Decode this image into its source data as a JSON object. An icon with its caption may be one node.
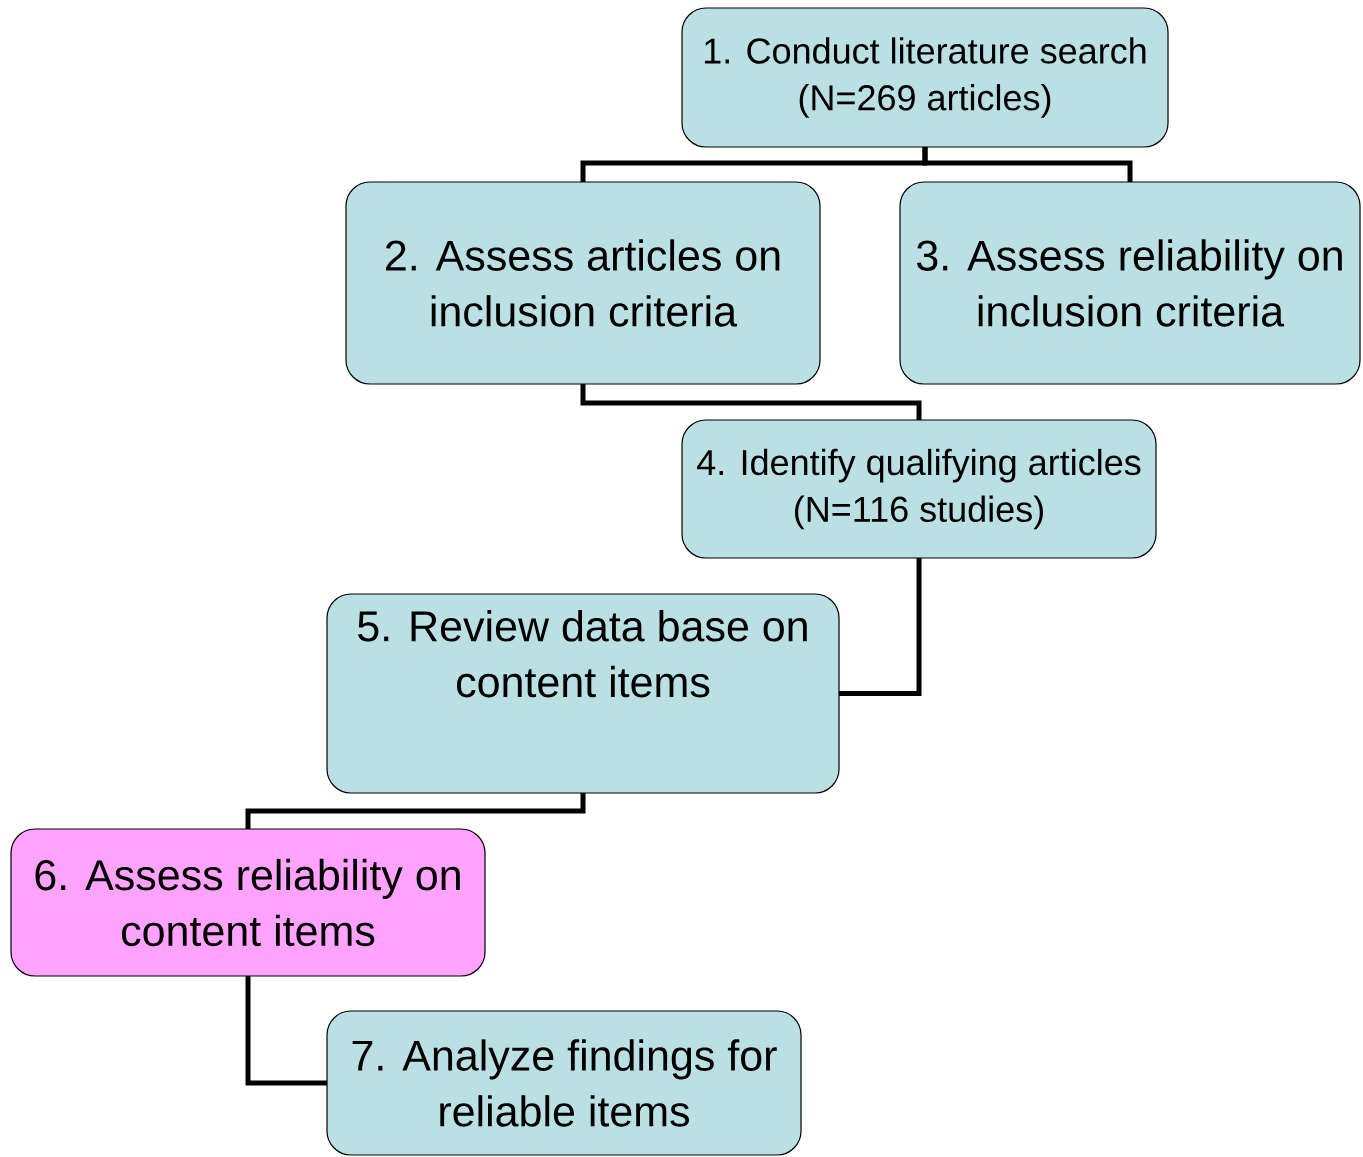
{
  "diagram": {
    "nodes": [
      {
        "text": [
          "1. Conduct literature search (N=269 articles)"
        ]
      },
      {
        "text": [
          "2. Assess articles on inclusion criteria"
        ]
      },
      {
        "text": [
          "3. Assess reliability on inclusion criteria"
        ]
      },
      {
        "text": [
          "4. Identify qualifying articles (N=116 studies)"
        ]
      },
      {
        "text": [
          "5. Review data base on content items"
        ]
      },
      {
        "text": [
          "6. Assess reliability on content items"
        ]
      },
      {
        "text": [
          "7. Analyze findings for reliable items"
        ]
      }
    ],
    "edges": [
      {
        "from": 0,
        "to": 1,
        "arrow": "none"
      },
      {
        "from": 0,
        "to": 2,
        "arrow": "none"
      },
      {
        "from": 1,
        "to": 3,
        "arrow": "none"
      },
      {
        "from": 3,
        "to": 4,
        "arrow": "none"
      },
      {
        "from": 4,
        "to": 5,
        "arrow": "none"
      },
      {
        "from": 5,
        "to": 6,
        "arrow": "none"
      }
    ]
  }
}
